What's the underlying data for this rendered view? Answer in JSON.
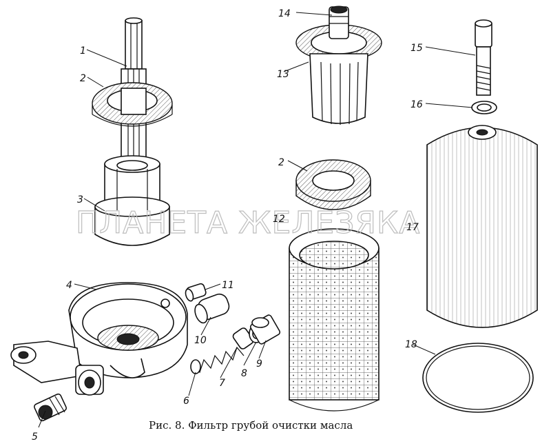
{
  "caption": "Рис. 8. Фильтр грубой очистки масла",
  "watermark": "ПЛАНЕТА ЖЕЛЕЗЯКА",
  "callouts": [
    {
      "id": "c1",
      "text": "1"
    },
    {
      "id": "c2a",
      "text": "2"
    },
    {
      "id": "c3",
      "text": "3"
    },
    {
      "id": "c4",
      "text": "4"
    },
    {
      "id": "c5",
      "text": "5"
    },
    {
      "id": "c6",
      "text": "6"
    },
    {
      "id": "c7",
      "text": "7"
    },
    {
      "id": "c8",
      "text": "8"
    },
    {
      "id": "c9",
      "text": "9"
    },
    {
      "id": "c10",
      "text": "10"
    },
    {
      "id": "c11",
      "text": "11"
    },
    {
      "id": "c12",
      "text": "12"
    },
    {
      "id": "c13",
      "text": "13"
    },
    {
      "id": "c14",
      "text": "14"
    },
    {
      "id": "c15",
      "text": "15"
    },
    {
      "id": "c16",
      "text": "16"
    },
    {
      "id": "c2b",
      "text": "2"
    },
    {
      "id": "c17",
      "text": "17"
    },
    {
      "id": "c18",
      "text": "18"
    }
  ]
}
